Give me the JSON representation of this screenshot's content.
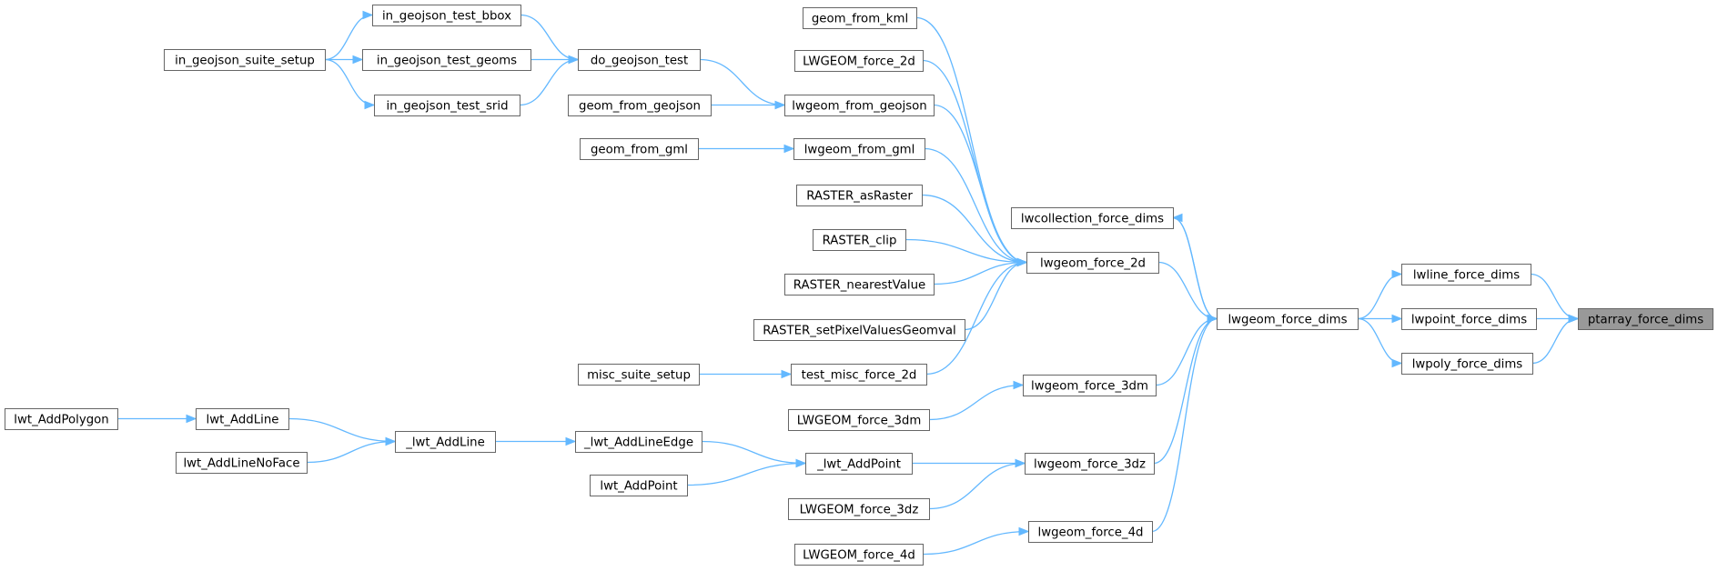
{
  "diagram": {
    "title": "",
    "edge_color": "#63b8ff",
    "root_fill": "#999999",
    "nodes": [
      {
        "id": "ptarray_force_dims",
        "label": "ptarray_force_dims",
        "root": true
      },
      {
        "id": "lwline_force_dims",
        "label": "lwline_force_dims"
      },
      {
        "id": "lwpoint_force_dims",
        "label": "lwpoint_force_dims"
      },
      {
        "id": "lwpoly_force_dims",
        "label": "lwpoly_force_dims"
      },
      {
        "id": "lwgeom_force_dims",
        "label": "lwgeom_force_dims"
      },
      {
        "id": "lwcollection_force_dims",
        "label": "lwcollection_force_dims"
      },
      {
        "id": "lwgeom_force_2d",
        "label": "lwgeom_force_2d"
      },
      {
        "id": "lwgeom_force_3dm",
        "label": "lwgeom_force_3dm"
      },
      {
        "id": "lwgeom_force_3dz",
        "label": "lwgeom_force_3dz"
      },
      {
        "id": "lwgeom_force_4d",
        "label": "lwgeom_force_4d"
      },
      {
        "id": "geom_from_kml",
        "label": "geom_from_kml"
      },
      {
        "id": "LWGEOM_force_2d",
        "label": "LWGEOM_force_2d"
      },
      {
        "id": "lwgeom_from_geojson",
        "label": "lwgeom_from_geojson"
      },
      {
        "id": "lwgeom_from_gml",
        "label": "lwgeom_from_gml"
      },
      {
        "id": "RASTER_asRaster",
        "label": "RASTER_asRaster"
      },
      {
        "id": "RASTER_clip",
        "label": "RASTER_clip"
      },
      {
        "id": "RASTER_nearestValue",
        "label": "RASTER_nearestValue"
      },
      {
        "id": "RASTER_setPixelValuesGeomval",
        "label": "RASTER_setPixelValuesGeomval"
      },
      {
        "id": "test_misc_force_2d",
        "label": "test_misc_force_2d"
      },
      {
        "id": "do_geojson_test",
        "label": "do_geojson_test"
      },
      {
        "id": "geom_from_geojson",
        "label": "geom_from_geojson"
      },
      {
        "id": "geom_from_gml",
        "label": "geom_from_gml"
      },
      {
        "id": "misc_suite_setup",
        "label": "misc_suite_setup"
      },
      {
        "id": "in_geojson_test_bbox",
        "label": "in_geojson_test_bbox"
      },
      {
        "id": "in_geojson_test_geoms",
        "label": "in_geojson_test_geoms"
      },
      {
        "id": "in_geojson_test_srid",
        "label": "in_geojson_test_srid"
      },
      {
        "id": "in_geojson_suite_setup",
        "label": "in_geojson_suite_setup"
      },
      {
        "id": "LWGEOM_force_3dm",
        "label": "LWGEOM_force_3dm"
      },
      {
        "id": "_lwt_AddPoint",
        "label": "_lwt_AddPoint"
      },
      {
        "id": "LWGEOM_force_3dz",
        "label": "LWGEOM_force_3dz"
      },
      {
        "id": "LWGEOM_force_4d",
        "label": "LWGEOM_force_4d"
      },
      {
        "id": "_lwt_AddLineEdge",
        "label": "_lwt_AddLineEdge"
      },
      {
        "id": "lwt_AddPoint",
        "label": "lwt_AddPoint"
      },
      {
        "id": "_lwt_AddLine",
        "label": "_lwt_AddLine"
      },
      {
        "id": "lwt_AddLine",
        "label": "lwt_AddLine"
      },
      {
        "id": "lwt_AddLineNoFace",
        "label": "lwt_AddLineNoFace"
      },
      {
        "id": "lwt_AddPolygon",
        "label": "lwt_AddPolygon"
      }
    ],
    "edges": [
      {
        "from": "lwline_force_dims",
        "to": "ptarray_force_dims"
      },
      {
        "from": "lwpoint_force_dims",
        "to": "ptarray_force_dims"
      },
      {
        "from": "lwpoly_force_dims",
        "to": "ptarray_force_dims"
      },
      {
        "from": "lwgeom_force_dims",
        "to": "lwline_force_dims"
      },
      {
        "from": "lwgeom_force_dims",
        "to": "lwpoint_force_dims"
      },
      {
        "from": "lwgeom_force_dims",
        "to": "lwpoly_force_dims"
      },
      {
        "from": "lwgeom_force_dims",
        "to": "lwcollection_force_dims"
      },
      {
        "from": "lwcollection_force_dims",
        "to": "lwgeom_force_dims"
      },
      {
        "from": "lwgeom_force_2d",
        "to": "lwgeom_force_dims"
      },
      {
        "from": "lwgeom_force_3dm",
        "to": "lwgeom_force_dims"
      },
      {
        "from": "lwgeom_force_3dz",
        "to": "lwgeom_force_dims"
      },
      {
        "from": "lwgeom_force_4d",
        "to": "lwgeom_force_dims"
      },
      {
        "from": "geom_from_kml",
        "to": "lwgeom_force_2d"
      },
      {
        "from": "LWGEOM_force_2d",
        "to": "lwgeom_force_2d"
      },
      {
        "from": "lwgeom_from_geojson",
        "to": "lwgeom_force_2d"
      },
      {
        "from": "lwgeom_from_gml",
        "to": "lwgeom_force_2d"
      },
      {
        "from": "RASTER_asRaster",
        "to": "lwgeom_force_2d"
      },
      {
        "from": "RASTER_clip",
        "to": "lwgeom_force_2d"
      },
      {
        "from": "RASTER_nearestValue",
        "to": "lwgeom_force_2d"
      },
      {
        "from": "RASTER_setPixelValuesGeomval",
        "to": "lwgeom_force_2d"
      },
      {
        "from": "test_misc_force_2d",
        "to": "lwgeom_force_2d"
      },
      {
        "from": "do_geojson_test",
        "to": "lwgeom_from_geojson"
      },
      {
        "from": "geom_from_geojson",
        "to": "lwgeom_from_geojson"
      },
      {
        "from": "geom_from_gml",
        "to": "lwgeom_from_gml"
      },
      {
        "from": "misc_suite_setup",
        "to": "test_misc_force_2d"
      },
      {
        "from": "in_geojson_test_bbox",
        "to": "do_geojson_test"
      },
      {
        "from": "in_geojson_test_geoms",
        "to": "do_geojson_test"
      },
      {
        "from": "in_geojson_test_srid",
        "to": "do_geojson_test"
      },
      {
        "from": "in_geojson_suite_setup",
        "to": "in_geojson_test_bbox"
      },
      {
        "from": "in_geojson_suite_setup",
        "to": "in_geojson_test_geoms"
      },
      {
        "from": "in_geojson_suite_setup",
        "to": "in_geojson_test_srid"
      },
      {
        "from": "LWGEOM_force_3dm",
        "to": "lwgeom_force_3dm"
      },
      {
        "from": "_lwt_AddPoint",
        "to": "lwgeom_force_3dz"
      },
      {
        "from": "LWGEOM_force_3dz",
        "to": "lwgeom_force_3dz"
      },
      {
        "from": "LWGEOM_force_4d",
        "to": "lwgeom_force_4d"
      },
      {
        "from": "_lwt_AddLineEdge",
        "to": "_lwt_AddPoint"
      },
      {
        "from": "lwt_AddPoint",
        "to": "_lwt_AddPoint"
      },
      {
        "from": "_lwt_AddLine",
        "to": "_lwt_AddLineEdge"
      },
      {
        "from": "lwt_AddLine",
        "to": "_lwt_AddLine"
      },
      {
        "from": "lwt_AddLineNoFace",
        "to": "_lwt_AddLine"
      },
      {
        "from": "lwt_AddPolygon",
        "to": "lwt_AddLine"
      }
    ]
  }
}
